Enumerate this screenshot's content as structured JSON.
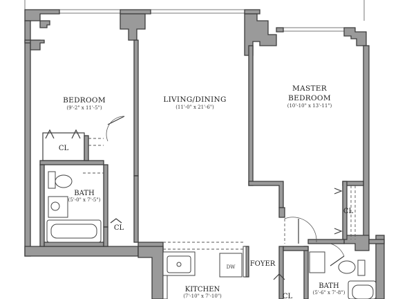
{
  "rooms": {
    "bedroom": {
      "name": "BEDROOM",
      "dims": "(9'-2\" x 11'-5\")"
    },
    "living": {
      "name": "LIVING/DINING",
      "dims": "(11'-0\" x 21'-6\")"
    },
    "master": {
      "name_line1": "MASTER",
      "name_line2": "BEDROOM",
      "dims": "(10'-10\" x 13'-11\")"
    },
    "bath1": {
      "name": "BATH",
      "dims": "(5'-0\" x 7'-5\")"
    },
    "bath2": {
      "name": "BATH",
      "dims": "(5'-6\" x 7'-8\")"
    },
    "kitchen": {
      "name": "KITCHEN",
      "dims": "(7'-10\" x 7'-10\")"
    },
    "foyer": {
      "name": "FOYER"
    }
  },
  "closets": {
    "bedroom_cl": "CL",
    "hall_cl": "CL",
    "master_cl": "CL",
    "foyer_cl": "CL"
  },
  "fixtures": {
    "dishwasher": "DW"
  },
  "colors": {
    "wall": "#9a9a9a",
    "line": "#3c3c3c"
  }
}
